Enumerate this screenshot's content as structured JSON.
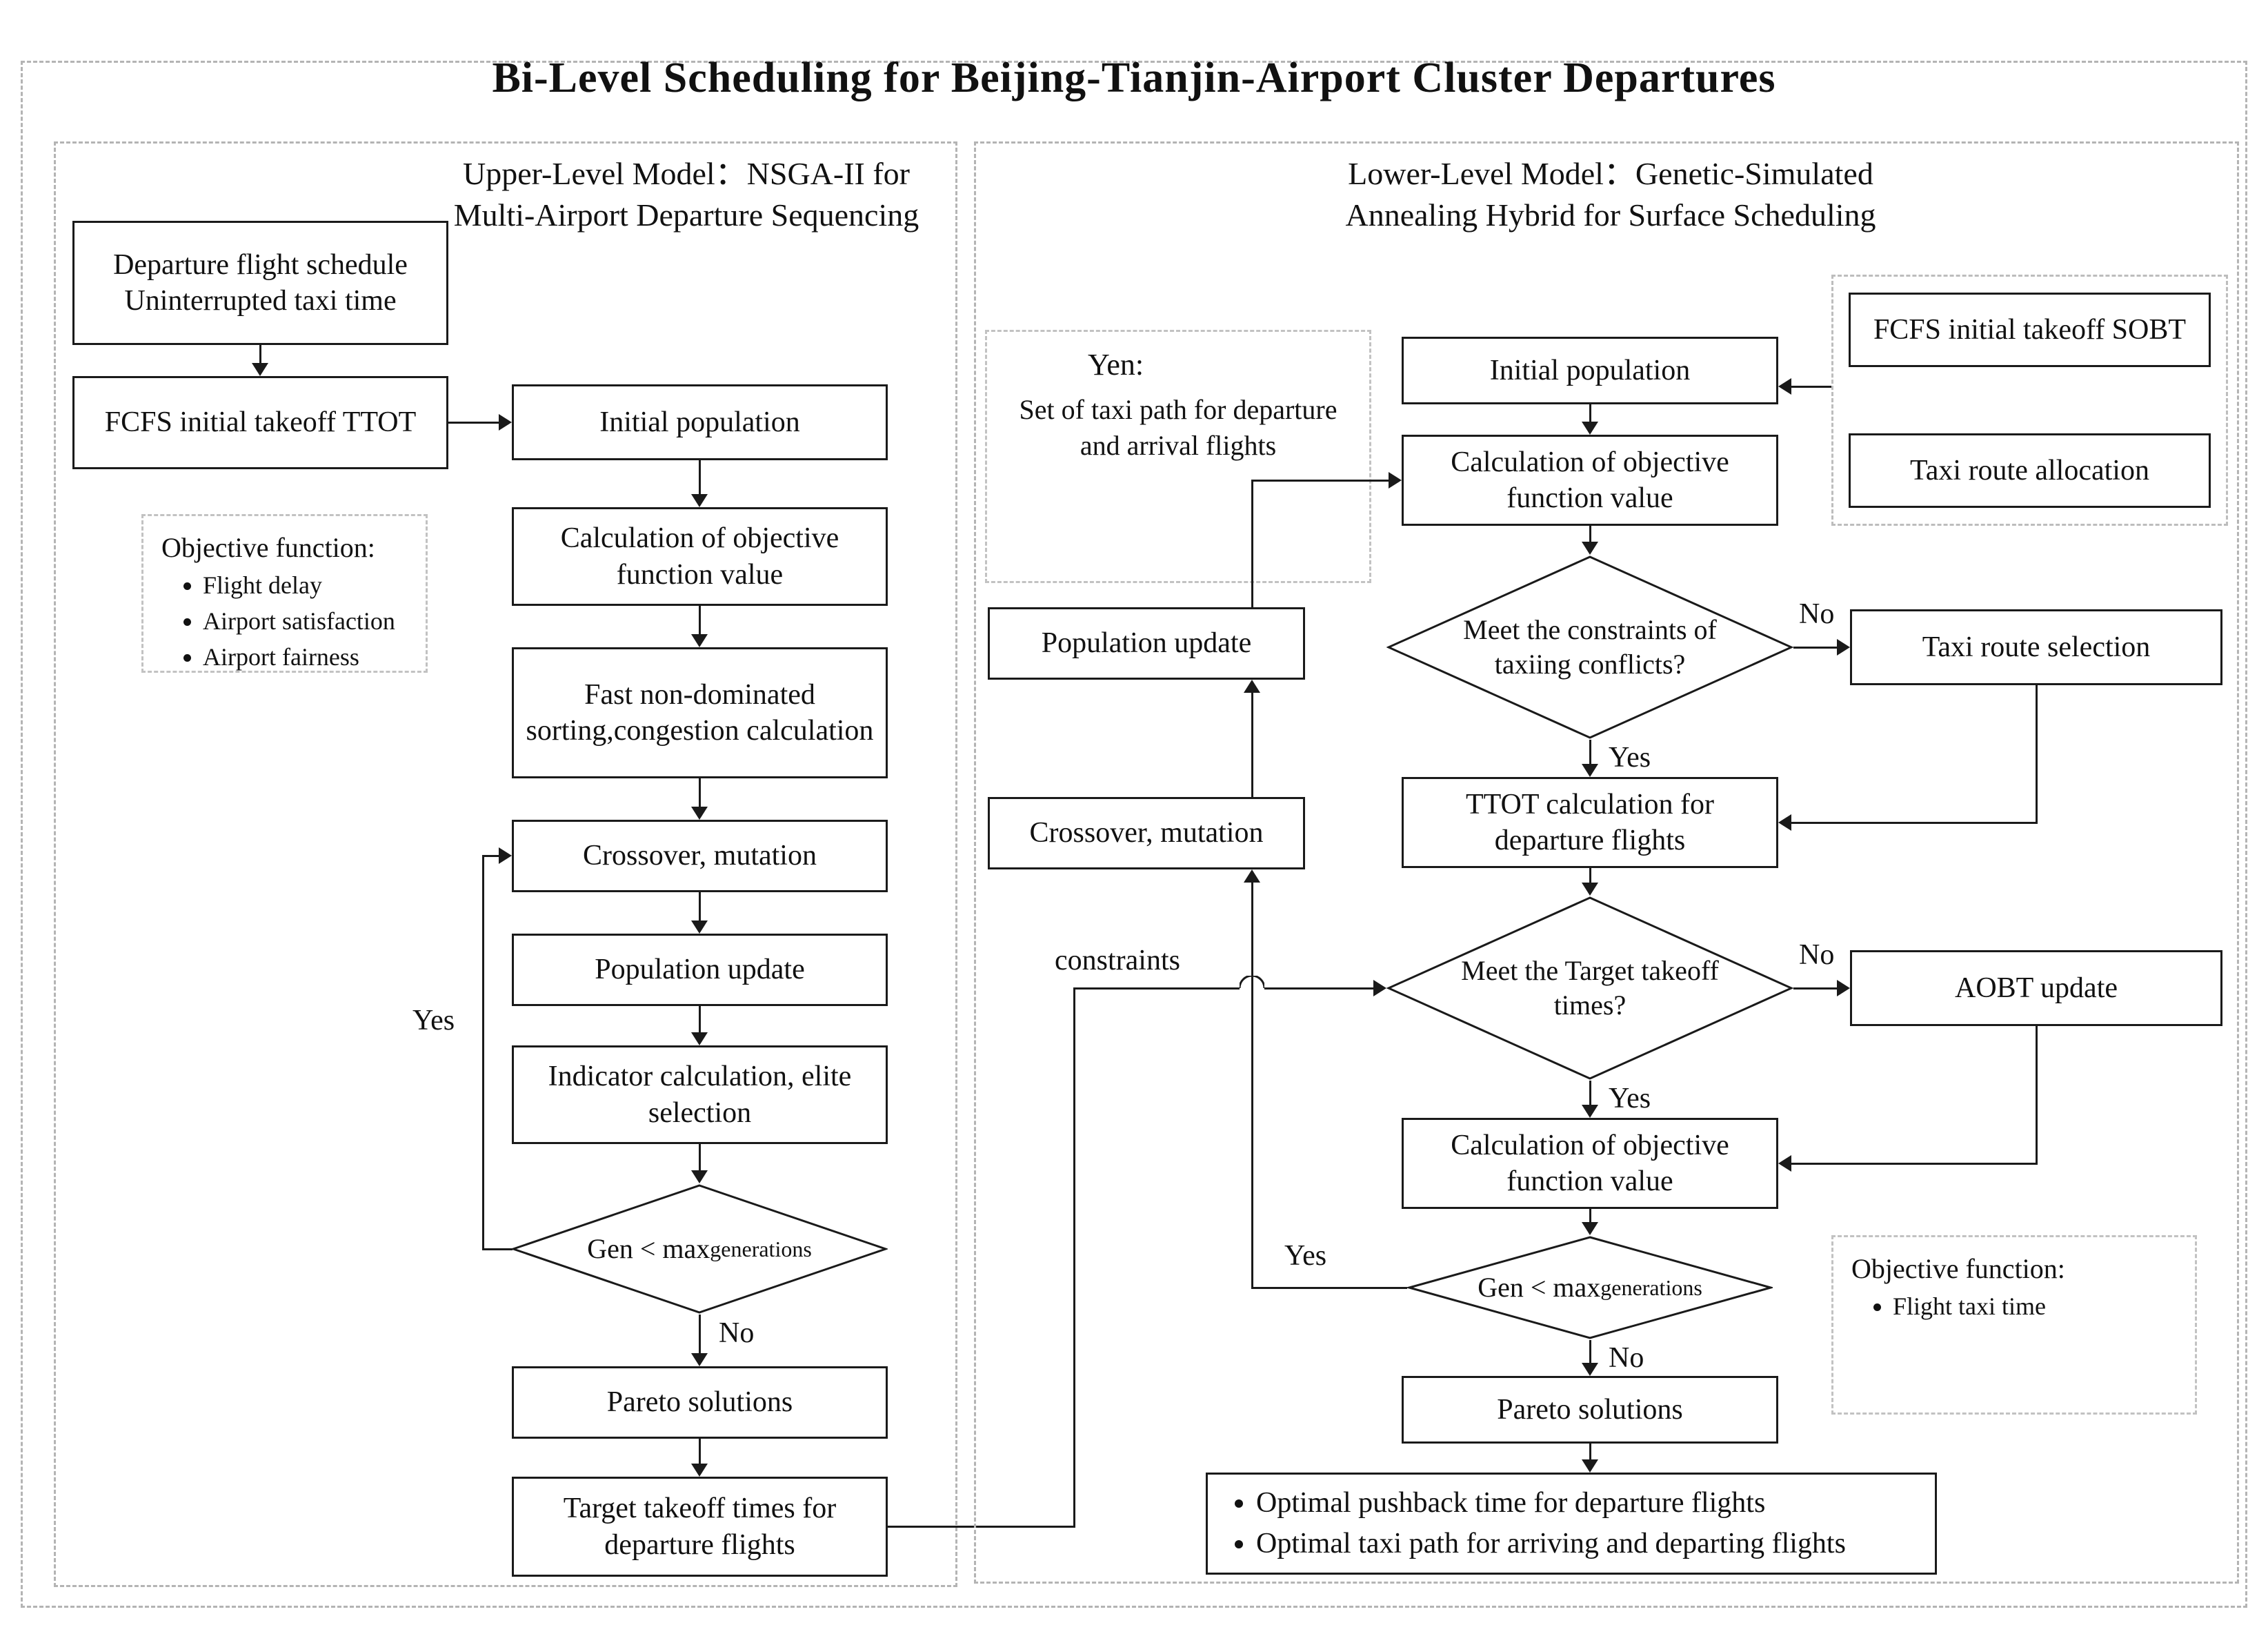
{
  "title": "Bi-Level Scheduling for Beijing-Tianjin-Airport Cluster Departures",
  "colors": {
    "ink": "#1a1a1a",
    "dashed_border": "#b4b4b4",
    "background": "#ffffff"
  },
  "upper": {
    "header_line1": "Upper-Level Model：NSGA-II for",
    "header_line2": "Multi-Airport Departure Sequencing",
    "input_box": "Departure flight schedule\nUninterrupted taxi time",
    "fcfs_box": "FCFS initial takeoff TTOT",
    "objective": {
      "title": "Objective function:",
      "items": [
        "Flight delay",
        "Airport satisfaction",
        "Airport fairness"
      ]
    },
    "initial_population": "Initial population",
    "calc_objective": "Calculation of objective function value",
    "fast_sorting": "Fast non-dominated sorting,congestion calculation",
    "crossover": "Crossover, mutation",
    "population_update": "Population update",
    "indicator": "Indicator calculation, elite selection",
    "gen_decision": {
      "main": "Gen < max ",
      "small": "generations"
    },
    "yes": "Yes",
    "no": "No",
    "pareto": "Pareto solutions",
    "target_takeoff": "Target takeoff times for departure flights"
  },
  "lower": {
    "header_line1": "Lower-Level Model：Genetic-Simulated",
    "header_line2": "Annealing Hybrid for Surface Scheduling",
    "yen": {
      "title": "Yen:",
      "body": "Set of taxi path for departure and arrival flights"
    },
    "inputs": {
      "sobt": "FCFS initial takeoff SOBT",
      "taxi_route": "Taxi route allocation"
    },
    "initial_population": "Initial population",
    "calc_objective_1": "Calculation of objective function value",
    "constraints_decision": "Meet the constraints of taxiing conflicts?",
    "taxi_route_selection": "Taxi route selection",
    "ttot_calc": "TTOT calculation for departure flights",
    "target_decision": "Meet the Target takeoff times?",
    "aobt_update": "AOBT update",
    "calc_objective_2": "Calculation of objective function value",
    "gen_decision": {
      "main": "Gen < max ",
      "small": "generations"
    },
    "population_update": "Population update",
    "crossover": "Crossover, mutation",
    "constraints_label": "constraints",
    "yes": "Yes",
    "no": "No",
    "pareto": "Pareto solutions",
    "objective": {
      "title": "Objective function:",
      "items": [
        "Flight taxi time"
      ]
    },
    "output": {
      "items": [
        "Optimal pushback time for departure flights",
        "Optimal taxi path for arriving and departing flights"
      ]
    }
  }
}
